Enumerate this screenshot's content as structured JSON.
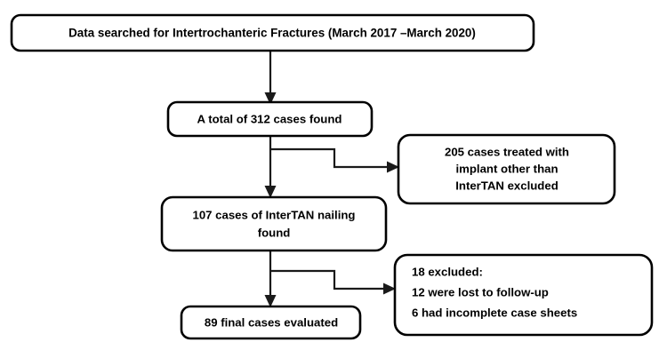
{
  "diagram": {
    "title": "Patient selection flowchart for Intertrochanteric Fractures treated with InterTAN nailing",
    "background_color": "#ffffff",
    "stroke_color": "#000000",
    "text_color": "#000000"
  },
  "nodes": {
    "search": {
      "id": "search",
      "lines": [
        "Data searched for Intertrochanteric Fractures (March 2017 –March 2020)"
      ],
      "align": "center"
    },
    "total_cases": {
      "id": "total_cases",
      "lines": [
        "A total of 312 cases found"
      ],
      "align": "center",
      "count": 312
    },
    "excluded_implant": {
      "id": "excluded_implant",
      "lines": [
        "205 cases treated with",
        "implant other than",
        "InterTAN excluded"
      ],
      "align": "center",
      "count": 205
    },
    "intertan_found": {
      "id": "intertan_found",
      "lines": [
        "107 cases of InterTAN nailing",
        "found"
      ],
      "align": "center",
      "count": 107
    },
    "excluded_followup": {
      "id": "excluded_followup",
      "lines": [
        "18 excluded:",
        "12 were lost to follow-up",
        "6 had incomplete case sheets"
      ],
      "align": "left",
      "count": 18
    },
    "final_cases": {
      "id": "final_cases",
      "lines": [
        "89 final cases evaluated"
      ],
      "align": "center",
      "count": 89
    }
  },
  "connectors": [
    {
      "id": "search-to-total",
      "from": "search",
      "to": "total_cases",
      "kind": "straight-down-arrow"
    },
    {
      "id": "total-to-excluded-implant",
      "from": "total_cases",
      "to": "excluded_implant",
      "kind": "stepped-right-arrow"
    },
    {
      "id": "total-to-intertan",
      "from": "total_cases",
      "to": "intertan_found",
      "kind": "straight-down-arrow"
    },
    {
      "id": "intertan-to-excluded-followup",
      "from": "intertan_found",
      "to": "excluded_followup",
      "kind": "stepped-right-arrow"
    },
    {
      "id": "intertan-to-final",
      "from": "intertan_found",
      "to": "final_cases",
      "kind": "straight-down-arrow"
    }
  ]
}
